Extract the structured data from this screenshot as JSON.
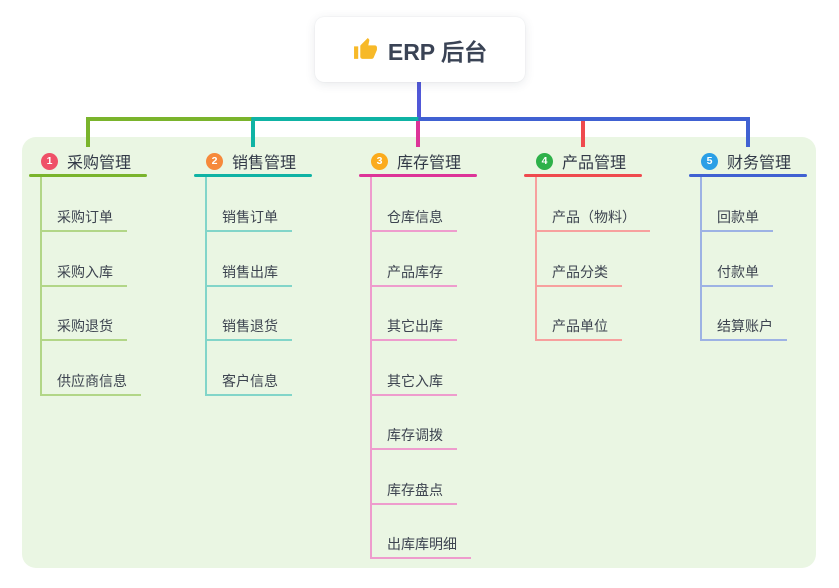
{
  "root": {
    "label": "ERP 后台",
    "icon": "thumbs-up-icon",
    "icon_color": "#f7b928",
    "connector_color": "#5158d8"
  },
  "branches": [
    {
      "number": "1",
      "label": "采购管理",
      "color": "#7ab42c",
      "pale_color": "#b2d687",
      "badge_color": "#ef5168",
      "children": [
        "采购订单",
        "采购入库",
        "采购退货",
        "供应商信息"
      ]
    },
    {
      "number": "2",
      "label": "销售管理",
      "color": "#0fb3a4",
      "pale_color": "#82d5c9",
      "badge_color": "#f6893b",
      "children": [
        "销售订单",
        "销售出库",
        "销售退货",
        "客户信息"
      ]
    },
    {
      "number": "3",
      "label": "库存管理",
      "color": "#dd3498",
      "pale_color": "#ee9ccd",
      "badge_color": "#fbab1c",
      "children": [
        "仓库信息",
        "产品库存",
        "其它出库",
        "其它入库",
        "库存调拨",
        "库存盘点",
        "出库库明细"
      ]
    },
    {
      "number": "4",
      "label": "产品管理",
      "color": "#ef4a4e",
      "pale_color": "#f7a09e",
      "badge_color": "#2eb14a",
      "children": [
        "产品（物料）",
        "产品分类",
        "产品单位"
      ]
    },
    {
      "number": "5",
      "label": "财务管理",
      "color": "#4061d2",
      "pale_color": "#9db2e4",
      "badge_color": "#2a9fe6",
      "children": [
        "回款单",
        "付款单",
        "结算账户"
      ]
    }
  ],
  "panel_color": "#eaf6e3"
}
